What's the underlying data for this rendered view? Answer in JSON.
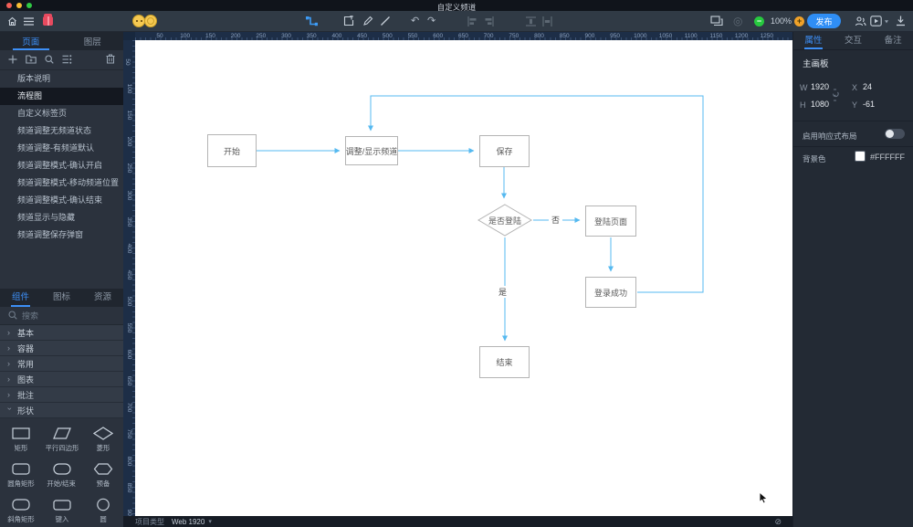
{
  "titlebar": {
    "title": "自定义频道"
  },
  "toolbar": {
    "zoom_level": "100%",
    "publish_label": "发布"
  },
  "sidebar": {
    "pages_tab": "页面",
    "layers_tab": "图层",
    "pages": [
      {
        "label": "版本说明",
        "selected": false
      },
      {
        "label": "流程图",
        "selected": true
      },
      {
        "label": "自定义标签页",
        "selected": false
      },
      {
        "label": "频道调整无频道状态",
        "selected": false
      },
      {
        "label": "频道调整-有频道默认",
        "selected": false
      },
      {
        "label": "频道调整模式-确认开启",
        "selected": false
      },
      {
        "label": "频道调整模式-移动频道位置",
        "selected": false
      },
      {
        "label": "频道调整模式-确认结束",
        "selected": false
      },
      {
        "label": "频道显示与隐藏",
        "selected": false
      },
      {
        "label": "频道调整保存弹窗",
        "selected": false
      }
    ],
    "library": {
      "tabs": [
        "组件",
        "图标",
        "资源"
      ],
      "active_tab": "组件",
      "search_placeholder": "搜索",
      "categories": [
        {
          "label": "基本",
          "expanded": false
        },
        {
          "label": "容器",
          "expanded": false
        },
        {
          "label": "常用",
          "expanded": false
        },
        {
          "label": "图表",
          "expanded": false
        },
        {
          "label": "批注",
          "expanded": false
        },
        {
          "label": "形状",
          "expanded": true
        }
      ],
      "shapes": [
        {
          "label": "矩形",
          "shape": "rect"
        },
        {
          "label": "平行四边形",
          "shape": "parallelogram"
        },
        {
          "label": "菱形",
          "shape": "diamond"
        },
        {
          "label": "圆角矩形",
          "shape": "rounded-rect"
        },
        {
          "label": "开始/结束",
          "shape": "stadium"
        },
        {
          "label": "预备",
          "shape": "hexagon"
        },
        {
          "label": "斜角矩形",
          "shape": "bevel-rect"
        },
        {
          "label": "键入",
          "shape": "input-rect"
        },
        {
          "label": "圆",
          "shape": "circle"
        }
      ]
    }
  },
  "canvas": {
    "h_ruler": [
      50,
      100,
      150,
      200,
      250,
      300,
      350,
      400,
      450,
      500,
      550,
      600,
      650,
      700,
      750,
      800,
      850,
      900,
      950,
      1000,
      1050,
      1100,
      1150,
      1200,
      1250
    ],
    "v_ruler": [
      50,
      100,
      150,
      200,
      250,
      300,
      350,
      400,
      450,
      500,
      550,
      600,
      650,
      700,
      750,
      800,
      850,
      900
    ],
    "footer": {
      "label": "项目类型",
      "value": "Web 1920"
    }
  },
  "flowchart": {
    "nodes": {
      "start": "开始",
      "adjust": "调整/显示频道",
      "save": "保存",
      "decision": "是否登陆",
      "login_page": "登陆页面",
      "login_success": "登录成功",
      "end": "结束"
    },
    "edge_labels": {
      "no": "否",
      "yes": "是"
    }
  },
  "inspector": {
    "tabs": [
      "属性",
      "交互",
      "备注"
    ],
    "active_tab": "属性",
    "artboard_title": "主画板",
    "w_label": "W",
    "w_value": "1920",
    "x_label": "X",
    "x_value": "24",
    "h_label": "H",
    "h_value": "1080",
    "y_label": "Y",
    "y_value": "-61",
    "responsive_label": "启用响应式布局",
    "responsive_enabled": false,
    "bg_label": "背景色",
    "bg_value": "#FFFFFF"
  },
  "colors": {
    "accent": "#2f8ef5",
    "connector": "#55b9f0",
    "canvas_bg": "#FFFFFF",
    "publish_button": "#2f8ef5"
  }
}
